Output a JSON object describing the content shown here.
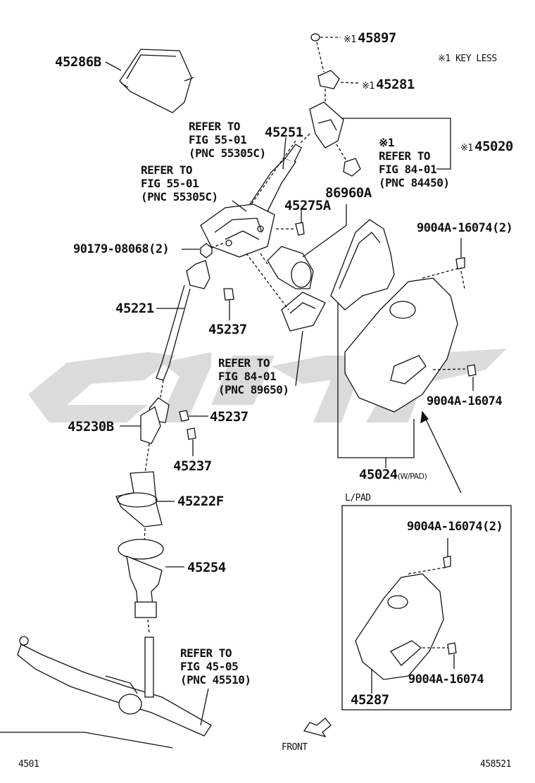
{
  "note": {
    "mark": "※1",
    "text": "KEY LESS"
  },
  "parts": {
    "p45897": {
      "mark": "※1",
      "number": "45897"
    },
    "p45286B": {
      "number": "45286B"
    },
    "p45281": {
      "mark": "※1",
      "number": "45281"
    },
    "p45020": {
      "mark": "※1",
      "number": "45020"
    },
    "p45251": {
      "number": "45251"
    },
    "p86960A": {
      "number": "86960A"
    },
    "p45275A": {
      "number": "45275A"
    },
    "p9004A_2_top": {
      "number": "9004A-16074(2)"
    },
    "p90179": {
      "number": "90179-08068(2)"
    },
    "p45221": {
      "number": "45221"
    },
    "p45237_a": {
      "number": "45237"
    },
    "p45230B": {
      "number": "45230B"
    },
    "p45237_b": {
      "number": "45237"
    },
    "p45237_c": {
      "number": "45237"
    },
    "p9004A_right": {
      "number": "9004A-16074"
    },
    "p45024": {
      "number": "45024",
      "suffix": "(W/PAD)"
    },
    "p45222F": {
      "number": "45222F"
    },
    "p45254": {
      "number": "45254"
    },
    "p9004A_2_lpad": {
      "number": "9004A-16074(2)"
    },
    "p9004A_lpad": {
      "number": "9004A-16074"
    },
    "p45287": {
      "number": "45287"
    }
  },
  "refs": {
    "r55_01_a": {
      "line1": "REFER TO",
      "line2": "FIG 55-01",
      "line3": "(PNC 55305C)"
    },
    "r55_01_b": {
      "line1": "REFER TO",
      "line2": "FIG 55-01",
      "line3": "(PNC 55305C)"
    },
    "r84_01_a": {
      "mark": "※1",
      "line1": "REFER TO",
      "line2": "FIG 84-01",
      "line3": "(PNC 84450)"
    },
    "r84_01_b": {
      "line1": "REFER TO",
      "line2": "FIG 84-01",
      "line3": "(PNC 89650)"
    },
    "r45_05": {
      "line1": "REFER TO",
      "line2": "FIG 45-05",
      "line3": "(PNC 45510)"
    }
  },
  "inset": {
    "title": "L/PAD"
  },
  "front_label": "FRONT",
  "footer": {
    "left": "4501",
    "right": "458521"
  },
  "colors": {
    "line": "#111111",
    "watermark": "#d9d9d9"
  }
}
